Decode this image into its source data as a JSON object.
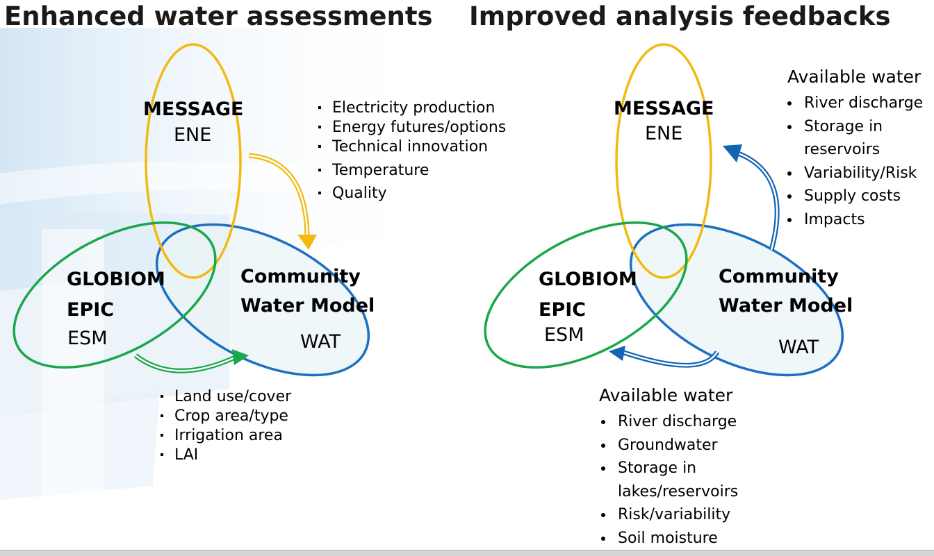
{
  "left": {
    "title": "Enhanced water assessments",
    "message": "MESSAGE",
    "ene": "ENE",
    "globiom": "GLOBIOM",
    "epic": "EPIC",
    "esm": "ESM",
    "community": "Community",
    "water_model": "Water Model",
    "wat": "WAT",
    "energy_items": [
      "Electricity production",
      "Energy futures/options",
      "Technical innovation",
      "Temperature",
      "Quality"
    ],
    "land_items": [
      "Land use/cover",
      "Crop area/type",
      "Irrigation area",
      "LAI"
    ]
  },
  "right": {
    "title": "Improved analysis feedbacks",
    "message": "MESSAGE",
    "ene": "ENE",
    "globiom": "GLOBIOM",
    "epic": "EPIC",
    "esm": "ESM",
    "community": "Community",
    "water_model": "Water Model",
    "wat": "WAT",
    "top_header": "Available water",
    "top_items": [
      "River discharge",
      "Storage in reservoirs",
      "Variability/Risk",
      "Supply costs",
      "Impacts"
    ],
    "bottom_header": "Available water",
    "bottom_items": [
      "River discharge",
      "Groundwater",
      "Storage in lakes/reservoirs",
      "Risk/variability",
      "Soil moisture"
    ]
  },
  "colors": {
    "energy": "#f2b90f",
    "land": "#1aa64a",
    "water": "#1c6fc1",
    "feedback_arrow": "#1464b4"
  }
}
